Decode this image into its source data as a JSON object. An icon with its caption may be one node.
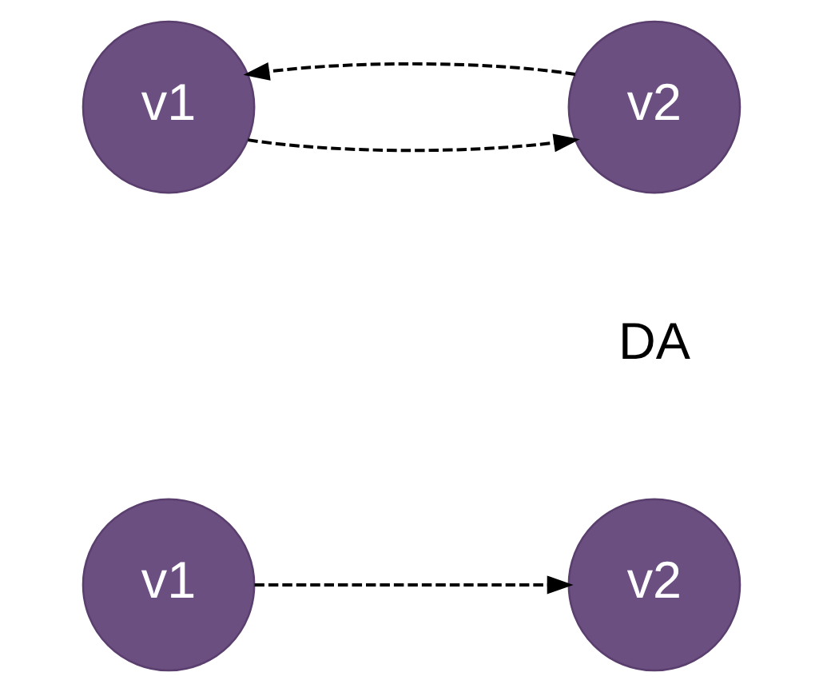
{
  "diagram": {
    "nodes": [
      {
        "text": [
          "v1"
        ]
      },
      {
        "text": [
          "v2"
        ]
      },
      {
        "text": [
          "v1"
        ]
      },
      {
        "text": [
          "v2"
        ]
      }
    ],
    "edges": [
      {
        "from": 0,
        "to": 1,
        "arrow": "to",
        "style": "dashed"
      },
      {
        "from": 2,
        "to": 3,
        "arrow": "to",
        "style": "dashed"
      },
      {
        "from": 3,
        "to": 2,
        "arrow": "to",
        "style": "dashed"
      }
    ],
    "labels": [
      "DA"
    ]
  }
}
